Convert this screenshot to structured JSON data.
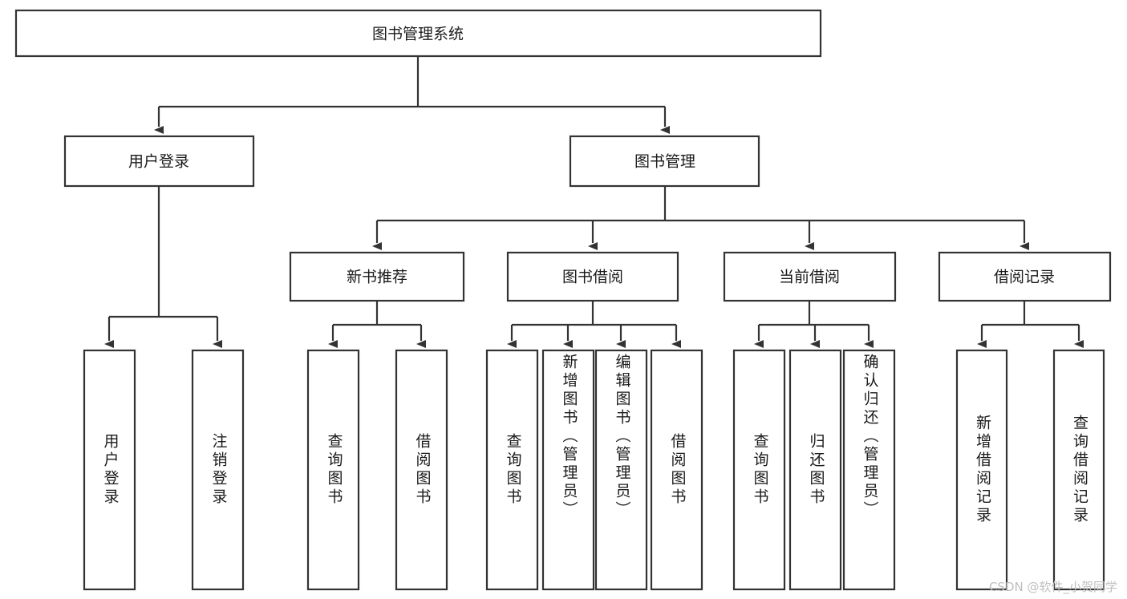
{
  "diagram": {
    "type": "tree-hierarchy",
    "title": "图书管理系统",
    "watermark": "CSDN @软件_小贺同学",
    "colors": {
      "stroke": "#333333",
      "fill": "#ffffff",
      "text": "#1a1a1a",
      "watermark": "#bfbfbf",
      "background": "#ffffff"
    },
    "levels": {
      "root": {
        "label": "图书管理系统"
      },
      "level2": [
        {
          "label": "用户登录"
        },
        {
          "label": "图书管理"
        }
      ],
      "level3": [
        {
          "label": "新书推荐"
        },
        {
          "label": "图书借阅"
        },
        {
          "label": "当前借阅"
        },
        {
          "label": "借阅记录"
        }
      ]
    },
    "leaves": {
      "user_login": [
        {
          "label": "用户登录"
        },
        {
          "label": "注销登录"
        }
      ],
      "new_book_recommend": [
        {
          "label": "查询图书"
        },
        {
          "label": "借阅图书"
        }
      ],
      "book_borrow": [
        {
          "label": "查询图书"
        },
        {
          "label": "新增图书（管理员）"
        },
        {
          "label": "编辑图书（管理员）"
        },
        {
          "label": "借阅图书"
        }
      ],
      "current_borrow": [
        {
          "label": "查询图书"
        },
        {
          "label": "归还图书"
        },
        {
          "label": "确认归还（管理员）"
        }
      ],
      "borrow_record": [
        {
          "label": "新增借阅记录"
        },
        {
          "label": "查询借阅记录"
        }
      ]
    }
  }
}
